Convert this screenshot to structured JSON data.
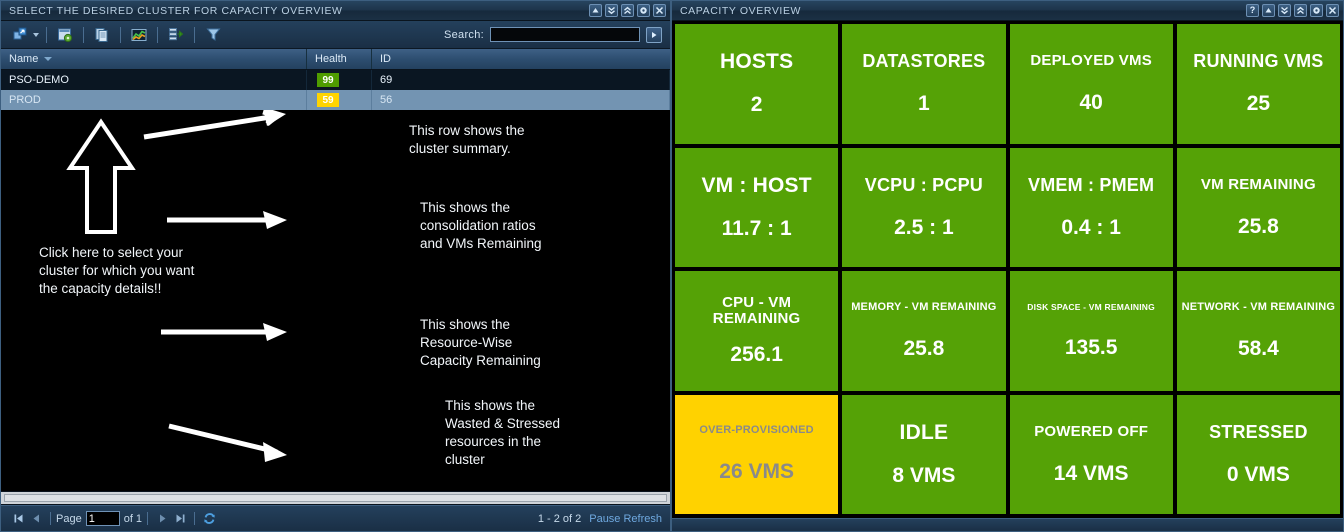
{
  "left_window": {
    "title": "SELECT THE DESIRED CLUSTER FOR CAPACITY OVERVIEW",
    "title_buttons": [
      {
        "name": "collapse-icon",
        "glyph": "▲"
      },
      {
        "name": "expand-down-icon",
        "glyph": "»"
      },
      {
        "name": "expand-up-icon",
        "glyph": "«"
      },
      {
        "name": "gear-icon",
        "glyph": "⚙"
      },
      {
        "name": "close-icon",
        "glyph": "✕"
      }
    ],
    "toolbar": {
      "icons": [
        {
          "name": "launch-action-icon",
          "title": "Actions"
        },
        {
          "name": "configure-icon",
          "title": "Configure"
        },
        {
          "name": "copy-icon",
          "title": "Copy"
        },
        {
          "name": "chart-icon",
          "title": "Chart"
        },
        {
          "name": "export-icon",
          "title": "Export"
        },
        {
          "name": "filter-icon",
          "title": "Filter"
        }
      ],
      "search_label": "Search:",
      "search_value": "",
      "search_placeholder": "",
      "search_go_glyph": "▶"
    },
    "table": {
      "columns": [
        "Name",
        "Health",
        "ID"
      ],
      "sort_column": "Name",
      "sort_direction": "desc",
      "rows": [
        {
          "name": "PSO-DEMO",
          "health": "99",
          "health_color": "#4f9c00",
          "id": "69",
          "selected": false
        },
        {
          "name": "PROD",
          "health": "59",
          "health_color": "#ffd400",
          "id": "56",
          "selected": true
        }
      ]
    },
    "annotations": [
      {
        "id": "a1",
        "text": "Click here to select your\ncluster for which you want\nthe capacity details!!"
      },
      {
        "id": "a2",
        "text": "This row shows the\ncluster summary."
      },
      {
        "id": "a3",
        "text": "This shows the\nconsolidation ratios\nand VMs Remaining"
      },
      {
        "id": "a4",
        "text": "This shows the\nResource-Wise\nCapacity Remaining"
      },
      {
        "id": "a5",
        "text": "This shows the\nWasted & Stressed\nresources in the\ncluster"
      }
    ],
    "footer": {
      "first_glyph": "⏮",
      "prev_glyph": "◀",
      "page_label": "Page",
      "page_value": "1",
      "of_label": "of 1",
      "next_glyph": "▶",
      "last_glyph": "⏭",
      "refresh_glyph": "↻",
      "range_text": "1 - 2 of 2",
      "pause_text": "Pause Refresh"
    }
  },
  "right_window": {
    "title": "CAPACITY OVERVIEW",
    "title_buttons": [
      {
        "name": "help-icon",
        "glyph": "?"
      },
      {
        "name": "collapse-icon",
        "glyph": "▲"
      },
      {
        "name": "expand-down-icon",
        "glyph": "»"
      },
      {
        "name": "expand-up-icon",
        "glyph": "«"
      },
      {
        "name": "gear-icon",
        "glyph": "⚙"
      },
      {
        "name": "close-icon",
        "glyph": "✕"
      }
    ],
    "colors": {
      "ok": "#55a206",
      "warn": "#ffd200",
      "warn_text": "#8a8a8a",
      "ok_text": "#ffffff"
    },
    "tiles": [
      {
        "label": "HOSTS",
        "value": "2",
        "state": "ok",
        "size": "s-xl"
      },
      {
        "label": "DATASTORES",
        "value": "1",
        "state": "ok",
        "size": "s-lg"
      },
      {
        "label": "DEPLOYED VMS",
        "value": "40",
        "state": "ok",
        "size": "s-md"
      },
      {
        "label": "RUNNING VMS",
        "value": "25",
        "state": "ok",
        "size": "s-lg"
      },
      {
        "label": "VM : HOST",
        "value": "11.7 : 1",
        "state": "ok",
        "size": "s-xl"
      },
      {
        "label": "VCPU : PCPU",
        "value": "2.5 : 1",
        "state": "ok",
        "size": "s-lg"
      },
      {
        "label": "VMEM : PMEM",
        "value": "0.4 : 1",
        "state": "ok",
        "size": "s-lg"
      },
      {
        "label": "VM REMAINING",
        "value": "25.8",
        "state": "ok",
        "size": "s-md"
      },
      {
        "label": "CPU - VM REMAINING",
        "value": "256.1",
        "state": "ok",
        "size": "s-md"
      },
      {
        "label": "MEMORY - VM REMAINING",
        "value": "25.8",
        "state": "ok",
        "size": "s-sm"
      },
      {
        "label": "DISK SPACE - VM REMAINING",
        "value": "135.5",
        "state": "ok",
        "size": "s-xs"
      },
      {
        "label": "NETWORK - VM REMAINING",
        "value": "58.4",
        "state": "ok",
        "size": "s-sm"
      },
      {
        "label": "OVER-PROVISIONED",
        "value": "26 VMS",
        "state": "warn",
        "size": "s-sm"
      },
      {
        "label": "IDLE",
        "value": "8 VMS",
        "state": "ok",
        "size": "s-xl"
      },
      {
        "label": "POWERED OFF",
        "value": "14 VMS",
        "state": "ok",
        "size": "s-md"
      },
      {
        "label": "STRESSED",
        "value": "0 VMS",
        "state": "ok",
        "size": "s-lg"
      }
    ]
  }
}
